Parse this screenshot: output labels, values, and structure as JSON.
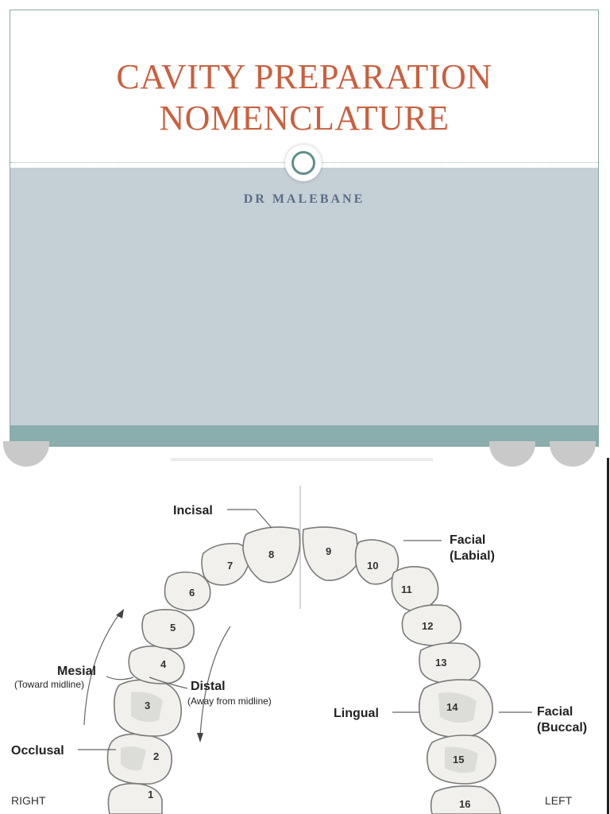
{
  "slide": {
    "title_line1": "CAVITY PREPARATION",
    "title_line2": "NOMENCLATURE",
    "subtitle": "DR MALEBANE"
  },
  "diagram": {
    "labels": {
      "incisal": "Incisal",
      "facial_labial": "Facial",
      "facial_labial_sub": "(Labial)",
      "mesial": "Mesial",
      "mesial_sub": "(Toward midline)",
      "distal": "Distal",
      "distal_sub": "(Away from midline)",
      "lingual": "Lingual",
      "facial_buccal": "Facial",
      "facial_buccal_sub": "(Buccal)",
      "occlusal": "Occlusal",
      "right": "RIGHT",
      "left": "LEFT"
    },
    "tooth_numbers": [
      "1",
      "2",
      "3",
      "4",
      "5",
      "6",
      "7",
      "8",
      "9",
      "10",
      "11",
      "12",
      "13",
      "14",
      "15",
      "16"
    ]
  }
}
